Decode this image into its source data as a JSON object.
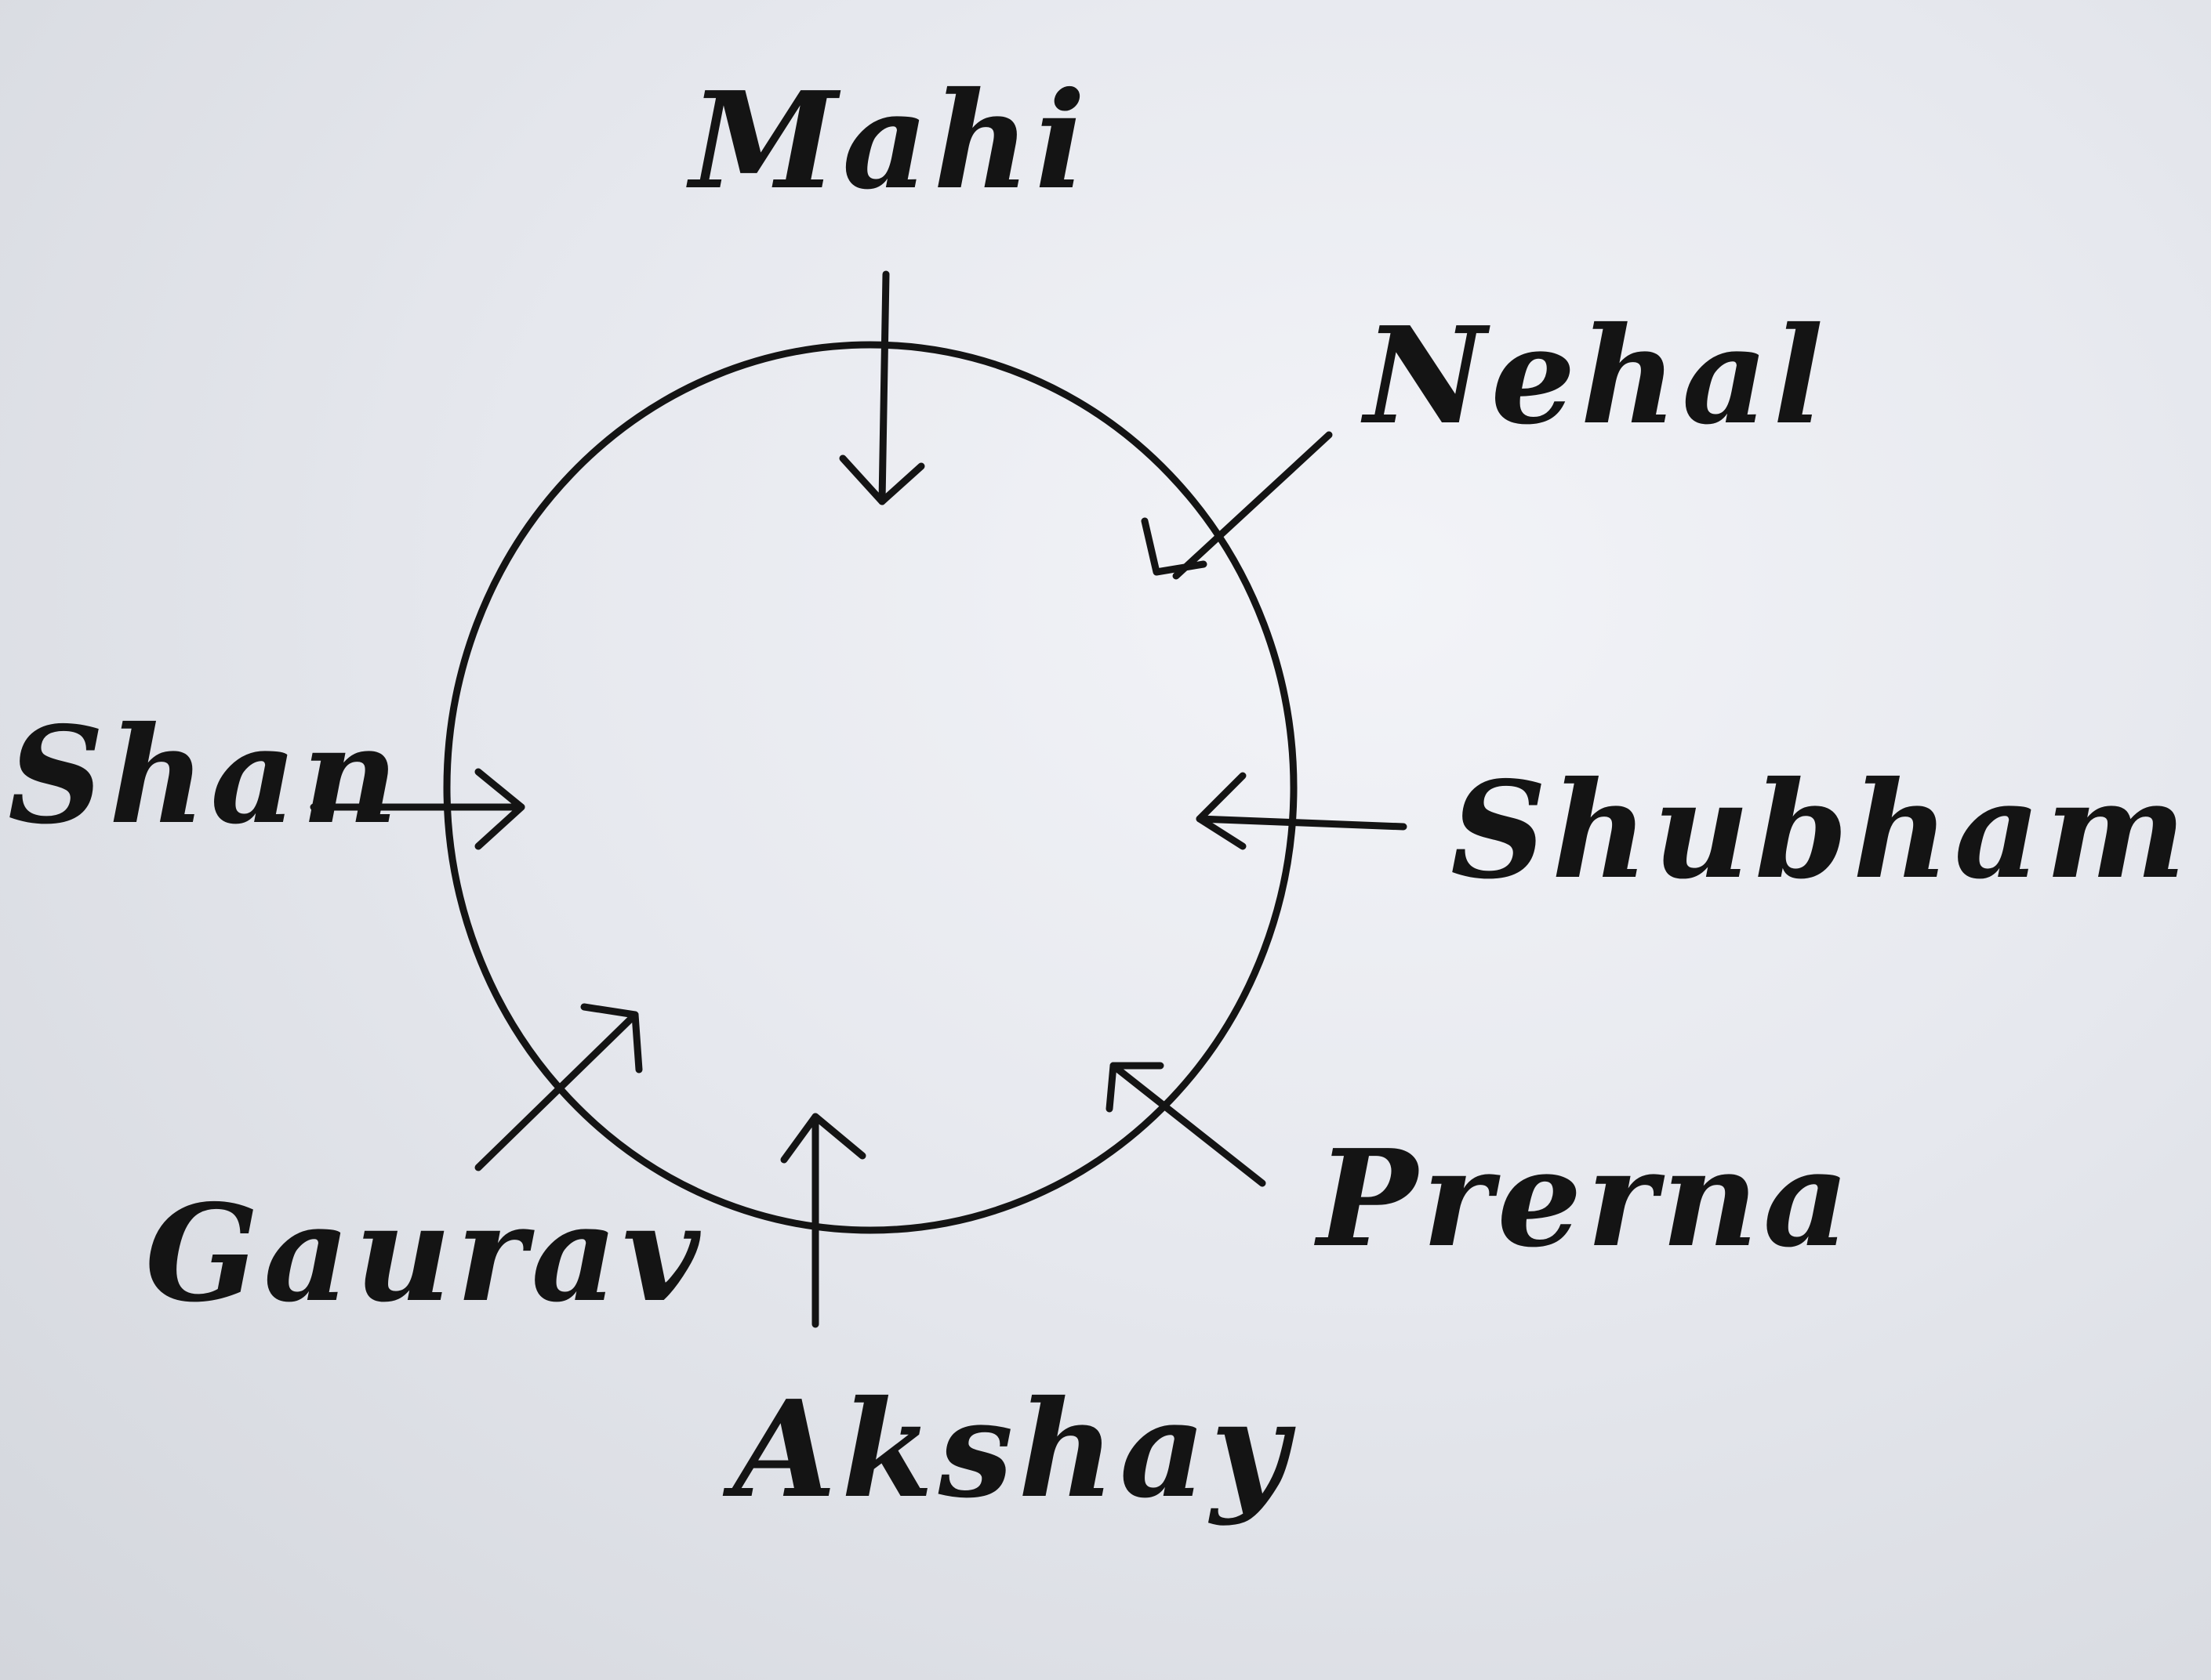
{
  "diagram": {
    "names": {
      "top": "Mahi",
      "top_right": "Nehal",
      "left": "Shan",
      "right": "Shubham",
      "bottom_right": "Prerna",
      "bottom_left": "Gaurav",
      "bottom": "Akshay"
    },
    "ink_color": "#141414",
    "paper_color": "#e9ebf0"
  }
}
